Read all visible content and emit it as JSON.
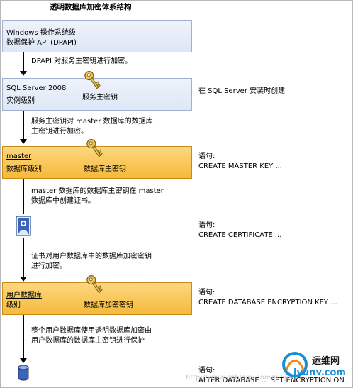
{
  "title": "透明数据库加密体系结构",
  "levels": [
    {
      "line1": "Windows 操作系统级",
      "line2": "数据保护 API (DPAPI)",
      "key_label": "",
      "right_text": "",
      "style": "blue"
    },
    {
      "line1": "SQL Server 2008",
      "line2": "实例级别",
      "key_label": "服务主密钥",
      "right_text": "在 SQL Server 安装时创建",
      "style": "blue"
    },
    {
      "line1": "master",
      "line2": "数据库级别",
      "key_label": "数据库主密钥",
      "right_label": "语句:",
      "right_text": "CREATE MASTER KEY ...",
      "style": "orange"
    },
    {
      "line1": "用户数据库",
      "line2": "级别",
      "key_label": "数据库加密密钥",
      "right_label": "语句:",
      "right_text": "CREATE DATABASE ENCRYPTION KEY ...",
      "style": "orange"
    }
  ],
  "connectors": [
    {
      "line1": "DPAPI 对服务主密钥进行加密。",
      "line2": ""
    },
    {
      "line1": "服务主密钥对 master 数据库的数据库",
      "line2": "主密钥进行加密。"
    },
    {
      "line1": "master 数据库的数据库主密钥在 master",
      "line2": "数据库中创建证书。"
    },
    {
      "line1": "证书对用户数据库中的数据库加密密钥",
      "line2": "进行加密。"
    },
    {
      "line1": "整个用户数据库使用透明数据库加密由",
      "line2": "用户数据库的数据库主密钥进行保护"
    }
  ],
  "certificate": {
    "right_label": "语句:",
    "right_text": "CREATE CERTIFICATE ..."
  },
  "database": {
    "right_label": "语句:",
    "right_text": "ALTER DATABASE ... SET ENCRYPTION ON"
  },
  "watermark": {
    "url": "http://www.cnblogs.com/ninjia",
    "logo": "运维网",
    "domain": "iyunv.com"
  },
  "colors": {
    "blue_box": "#dde7f6",
    "orange_box": "#f6b93a",
    "key": "#e8c25a"
  },
  "icons": [
    "key-icon",
    "certificate-icon",
    "database-icon",
    "arrow-down-icon"
  ]
}
